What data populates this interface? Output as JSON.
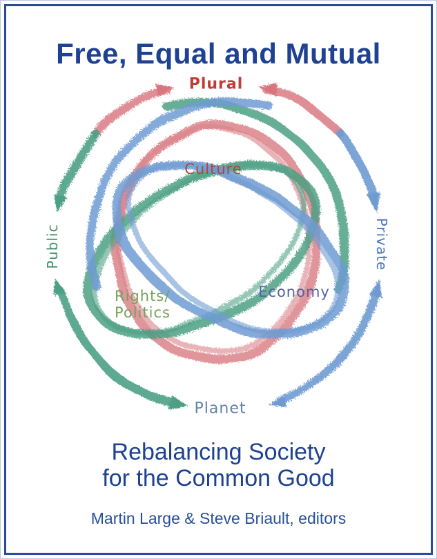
{
  "cover": {
    "title": "Free, Equal and Mutual",
    "subtitle_line1": "Rebalancing Society",
    "subtitle_line2": "for the Common Good",
    "byline": "Martin Large & Steve Briault, editors"
  },
  "diagram": {
    "outer_labels": {
      "top": "Plural",
      "left": "Public",
      "right": "Private",
      "bottom": "Planet"
    },
    "loop_labels": {
      "culture": "Culture",
      "rights_line1": "Rights/",
      "rights_line2": "Politics",
      "economy": "Economy"
    }
  },
  "colors": {
    "title_blue": "#1e4191",
    "border_blue": "#2c4b96",
    "crayon_red": "#db8289",
    "crayon_green": "#4ea085",
    "crayon_blue": "#6f9bd2",
    "plural_red": "#c23b34",
    "culture_red": "#a84a3e",
    "public_green": "#3f8f68",
    "rights_green": "#74a15c",
    "economy_indigo": "#5561a8",
    "private_blue": "#4c77bb",
    "planet_slate": "#6383a5"
  }
}
